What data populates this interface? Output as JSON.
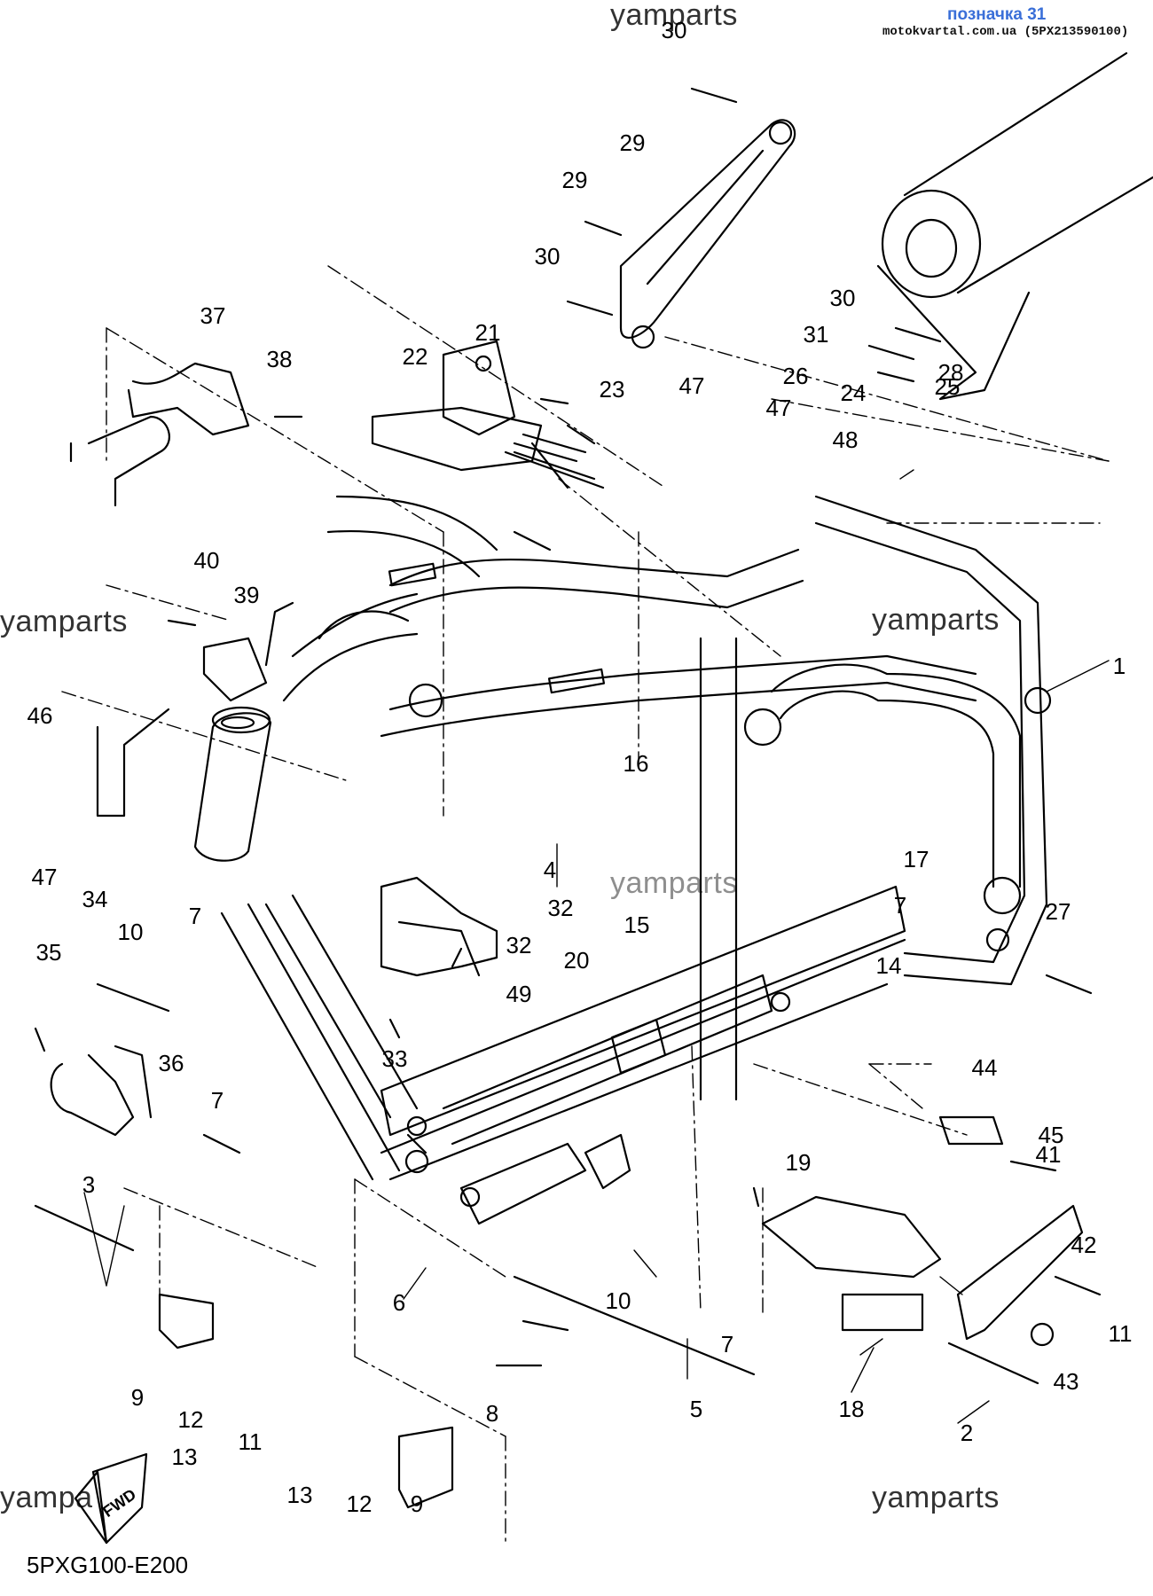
{
  "header": {
    "badge": "позначка 31",
    "source": "motokvartal.com.ua (5PX213590100)"
  },
  "watermark": {
    "text": "yamparts",
    "partial_text": "yampa"
  },
  "footer": {
    "diagram_ref": "5PXG100-E200",
    "direction_label": "FWD"
  },
  "callouts": [
    "1",
    "2",
    "3",
    "4",
    "5",
    "6",
    "7",
    "7",
    "7",
    "7",
    "8",
    "9",
    "9",
    "10",
    "10",
    "11",
    "11",
    "12",
    "12",
    "13",
    "13",
    "14",
    "15",
    "16",
    "17",
    "18",
    "19",
    "20",
    "21",
    "22",
    "23",
    "24",
    "25",
    "26",
    "27",
    "28",
    "29",
    "29",
    "30",
    "30",
    "30",
    "31",
    "32",
    "32",
    "33",
    "34",
    "35",
    "36",
    "37",
    "38",
    "39",
    "40",
    "41",
    "42",
    "43",
    "44",
    "45",
    "46",
    "47",
    "47",
    "47",
    "48",
    "49"
  ],
  "colors": {
    "line": "#000000",
    "leader": "#000000",
    "watermark": "#333333",
    "badge": "#3a6fd8"
  }
}
